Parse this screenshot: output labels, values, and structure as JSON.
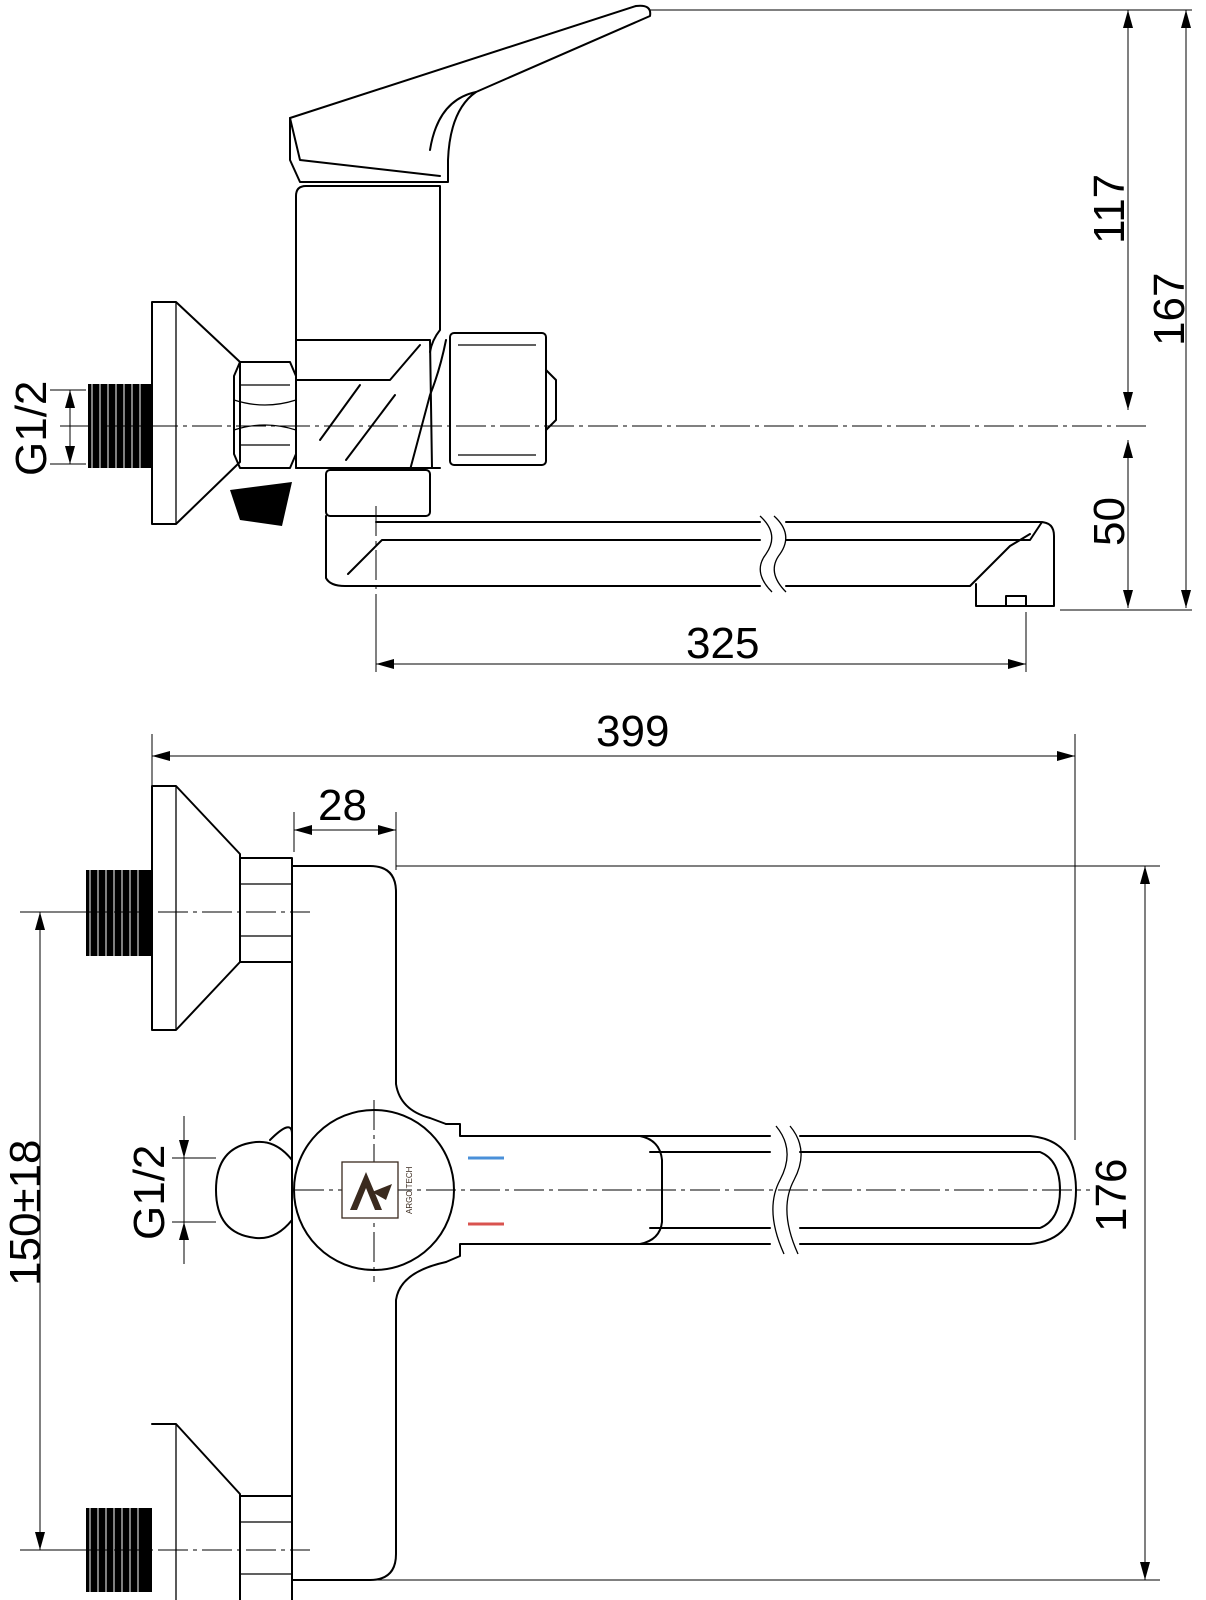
{
  "dimensions": {
    "top_height_117": "117",
    "top_height_167": "167",
    "spout_height_50": "50",
    "spout_reach_325": "325",
    "thread_top": "G1/2",
    "total_width_399": "399",
    "offset_28": "28",
    "center_distance": "150±18",
    "thread_front": "G1/2",
    "front_height_176": "176"
  },
  "logo": {
    "brand": "ARGO TECH"
  },
  "colors": {
    "line": "#000000",
    "cold_mark": "#4a90d9",
    "hot_mark": "#d9534f",
    "logo": "#3a2a1e"
  }
}
